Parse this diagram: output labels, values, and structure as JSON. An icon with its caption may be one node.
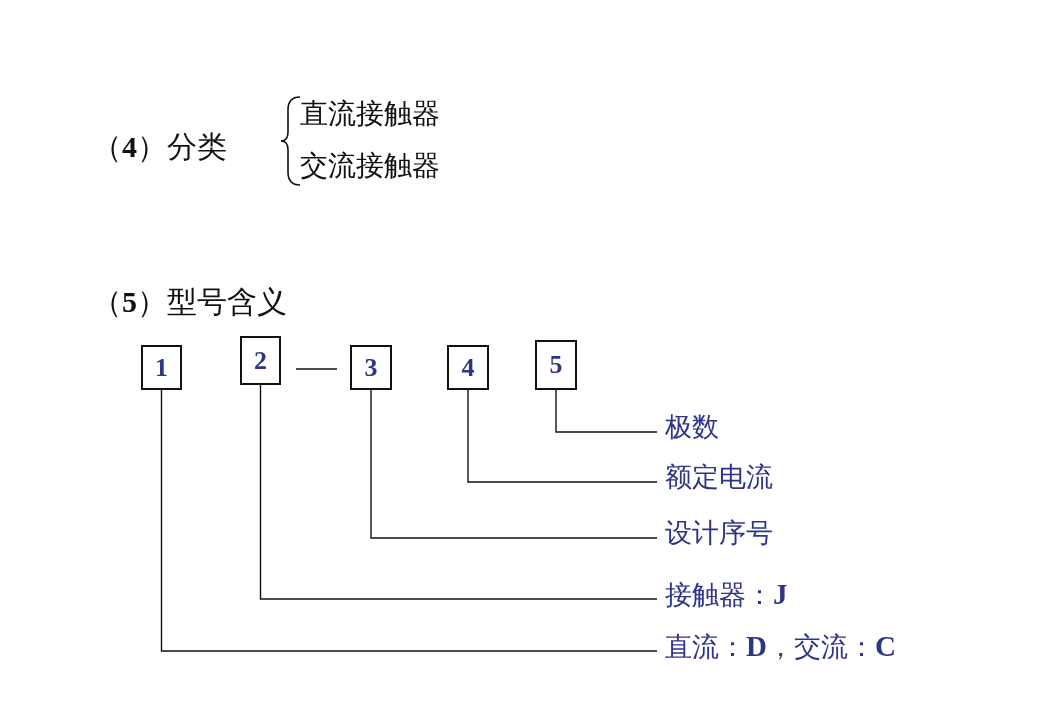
{
  "diagram": {
    "nodes": [
      {
        "text": [
          "1"
        ]
      },
      {
        "text": [
          "2"
        ]
      },
      {
        "text": [
          "3"
        ]
      },
      {
        "text": [
          "4"
        ]
      },
      {
        "text": [
          "5"
        ]
      },
      {
        "text": [
          "极数"
        ]
      },
      {
        "text": [
          "额定电流"
        ]
      },
      {
        "text": [
          "设计序号"
        ]
      },
      {
        "text": [
          "接触器：**J**"
        ]
      },
      {
        "text": [
          "直流：**D**，交流：**C**"
        ]
      }
    ],
    "edges": [
      {
        "from": 4,
        "to": 5,
        "arrow": "none"
      },
      {
        "from": 3,
        "to": 6,
        "arrow": "none"
      },
      {
        "from": 2,
        "to": 7,
        "arrow": "none"
      },
      {
        "from": 1,
        "to": 8,
        "arrow": "none"
      },
      {
        "from": 0,
        "to": 9,
        "arrow": "none"
      }
    ],
    "labels": [
      "（**4**）分类",
      "直流接触器",
      "交流接触器",
      "（**5**）型号含义"
    ]
  }
}
